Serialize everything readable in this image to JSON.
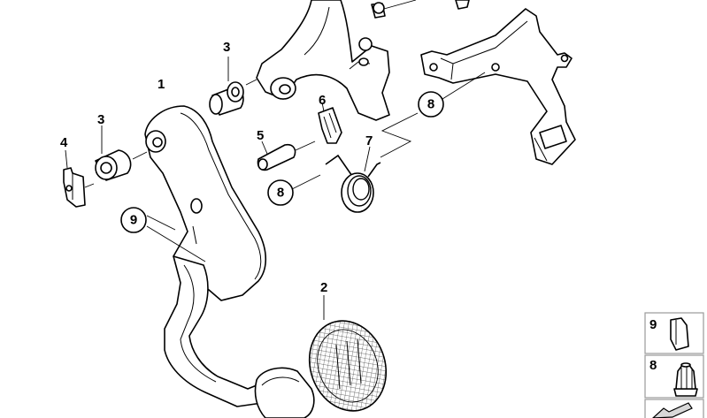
{
  "labels": {
    "p1": "1",
    "p2": "2",
    "p3a": "3",
    "p3b": "3",
    "p4": "4",
    "p5": "5",
    "p6": "6",
    "p7": "7"
  },
  "callouts": {
    "c8a": "8",
    "c8b": "8",
    "c9": "9"
  },
  "legend": {
    "item9": "9",
    "item8": "8"
  }
}
